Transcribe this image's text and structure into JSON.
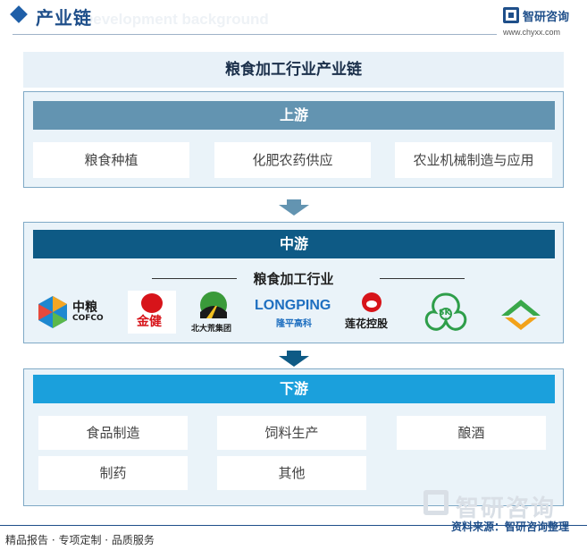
{
  "header": {
    "title": "产业链",
    "ghost_text": "Development background",
    "brand_name": "智研咨询",
    "brand_url": "www.chyxx.com"
  },
  "main_title": "粮食加工行业产业链",
  "upstream": {
    "title": "上游",
    "items": [
      "粮食种植",
      "化肥农药供应",
      "农业机械制造与应用"
    ]
  },
  "midstream": {
    "title": "中游",
    "subtitle": "粮食加工行业",
    "logos": [
      {
        "name": "cofco-logo",
        "text": "中粮",
        "sub": "COFCO"
      },
      {
        "name": "jinjian-logo",
        "text": "金健"
      },
      {
        "name": "beidahuang-logo",
        "text": "北大荒集团"
      },
      {
        "name": "longping-logo",
        "text": "LONGPING",
        "sub": "隆平高科"
      },
      {
        "name": "lianhua-logo",
        "text": "莲花控股"
      },
      {
        "name": "suken-logo",
        "text": "SK"
      },
      {
        "name": "green-arrow-logo",
        "text": ""
      }
    ]
  },
  "downstream": {
    "title": "下游",
    "items": [
      "食品制造",
      "饲料生产",
      "酿酒",
      "制药",
      "其他"
    ]
  },
  "footer": {
    "left": "精品报告 · 专项定制 · 品质服务",
    "source": "资料来源：智研咨询整理",
    "watermark": "智研咨询"
  },
  "colors": {
    "upstream_head": "#6394b1",
    "midstream_head": "#0e5a85",
    "downstream_head": "#1ba0dc",
    "accent": "#1f4f8a"
  }
}
